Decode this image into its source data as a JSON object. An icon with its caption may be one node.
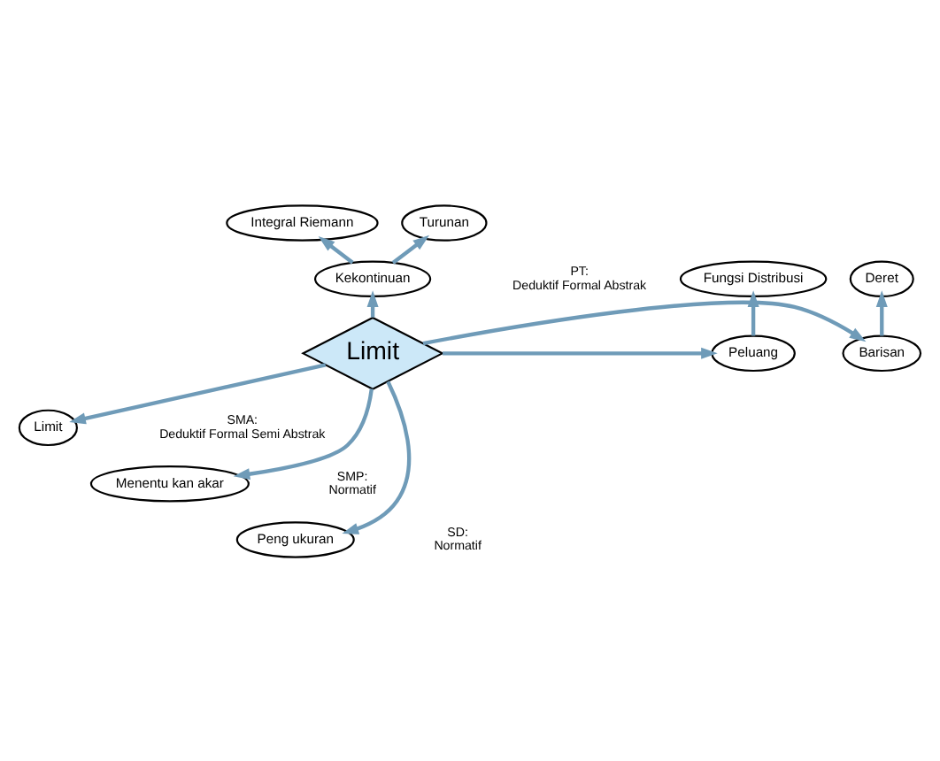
{
  "diagram": {
    "nodes": [
      {
        "text": [
          "Integral Riemann"
        ]
      },
      {
        "text": [
          "Turunan"
        ]
      },
      {
        "text": [
          "Fungsi Distribusi"
        ]
      },
      {
        "text": [
          "Kekontinuan"
        ]
      },
      {
        "text": [
          "Deret"
        ]
      },
      {
        "text": [
          "Peluang"
        ]
      },
      {
        "text": [
          "Limit"
        ]
      },
      {
        "text": [
          "Barisan"
        ]
      },
      {
        "text": [
          "Limit"
        ]
      },
      {
        "text": [
          "Menentu kan akar"
        ]
      },
      {
        "text": [
          "Peng ukuran"
        ]
      }
    ],
    "edges": [
      {
        "from": 3,
        "to": 0,
        "arrow": "to"
      },
      {
        "from": 3,
        "to": 1,
        "arrow": "to"
      },
      {
        "from": 5,
        "to": 2,
        "arrow": "to"
      },
      {
        "from": 6,
        "to": 3,
        "arrow": "to"
      },
      {
        "from": 7,
        "to": 4,
        "arrow": "to"
      },
      {
        "from": 6,
        "to": 5,
        "arrow": "to"
      },
      {
        "from": 6,
        "to": 7,
        "arrow": "to"
      },
      {
        "from": 6,
        "to": 8,
        "arrow": "to"
      },
      {
        "from": 6,
        "to": 9,
        "arrow": "to"
      },
      {
        "from": 6,
        "to": 10,
        "arrow": "to"
      }
    ],
    "labels": [
      "PT: Deduktif Formal Abstrak",
      "SMA: Deduktif Formal Semi Abstrak",
      "SMP: Normatif",
      "SD: Normatif"
    ]
  }
}
